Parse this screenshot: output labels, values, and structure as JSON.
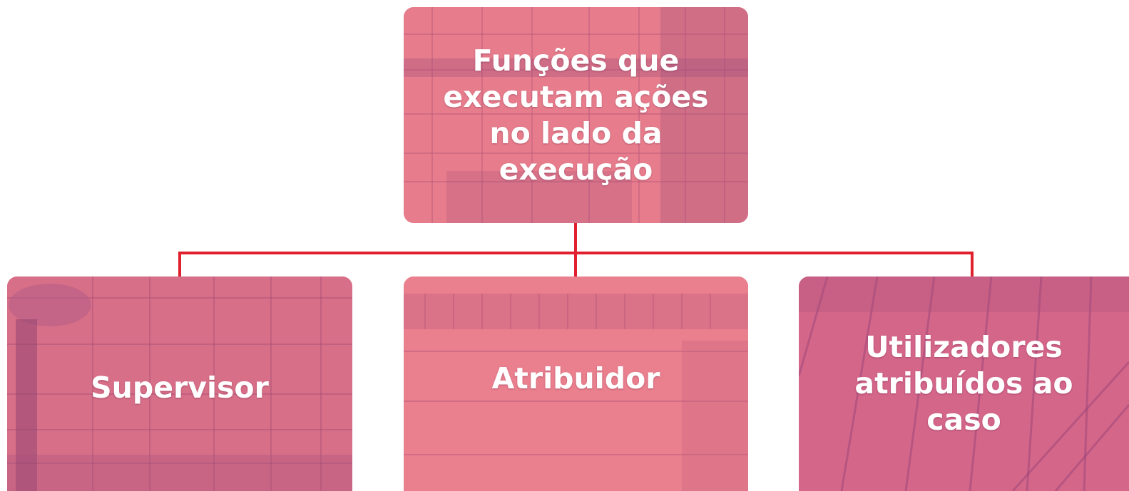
{
  "diagram": {
    "root": {
      "label": "Funções que executam ações no lado da execução"
    },
    "children": [
      {
        "label": "Supervisor"
      },
      {
        "label": "Atribuidor"
      },
      {
        "label": "Utilizadores atribuídos ao caso"
      }
    ]
  },
  "colors": {
    "connector": "#e0202e",
    "box_fill": "#e77d8c",
    "box_fill_dark": "#c85a84",
    "text": "#ffffff"
  }
}
